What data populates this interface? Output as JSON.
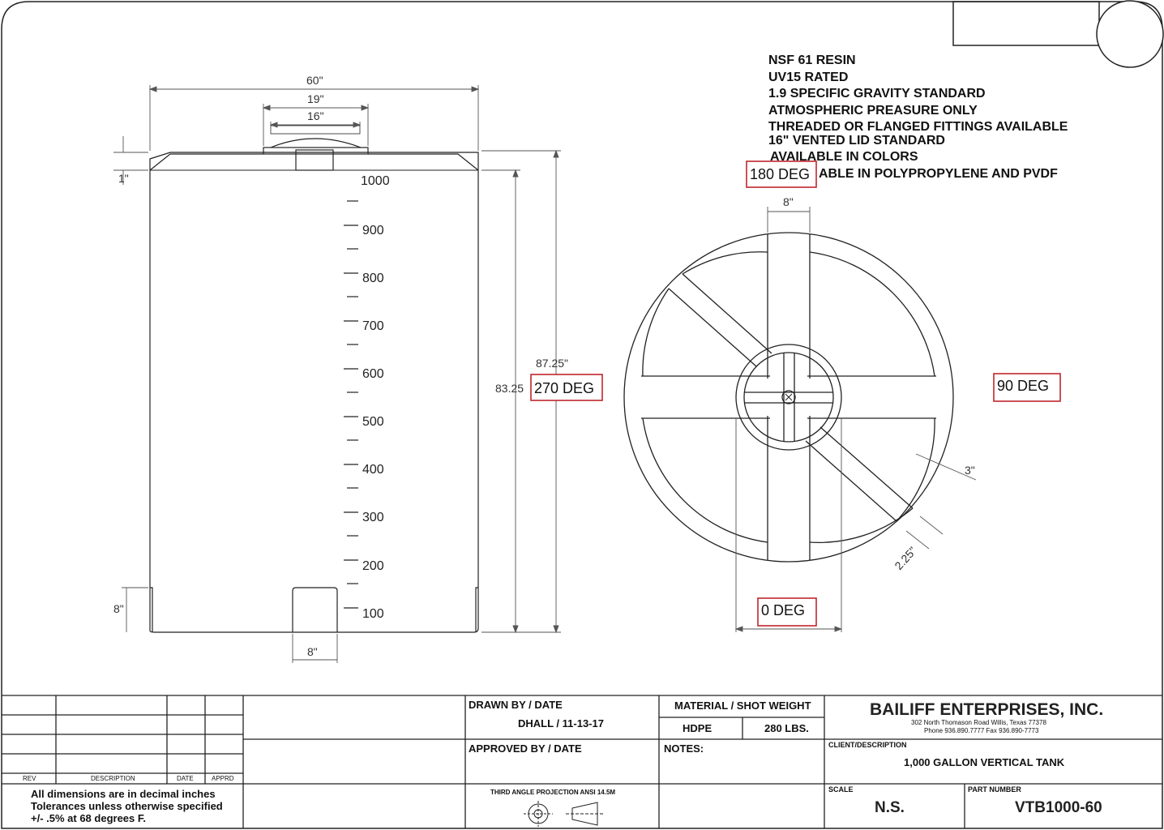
{
  "notes": [
    "NSF 61 RESIN",
    "UV15 RATED",
    "1.9  SPECIFIC GRAVITY STANDARD",
    "ATMOSPHERIC PREASURE ONLY",
    "THREADED OR FLANGED FITTINGS AVAILABLE",
    "16\" VENTED LID STANDARD",
    "AVAILABLE IN COLORS",
    "ABLE IN POLYPROPYLENE AND PVDF"
  ],
  "front_view": {
    "dims": {
      "width": "60\"",
      "lid_outer": "19\"",
      "lid_inner": "16\"",
      "top_offset": "1\"",
      "overall_height": "87.25\"",
      "body_height": "83.25",
      "leg_height": "8\"",
      "leg_width": "8\""
    },
    "graduations": [
      "1000",
      "900",
      "800",
      "700",
      "600",
      "500",
      "400",
      "300",
      "200",
      "100"
    ]
  },
  "top_view": {
    "dims": {
      "rib_width": "8\"",
      "rim": "3\"",
      "rib_spacing": "2.25\""
    },
    "degrees": {
      "top": "180 DEG",
      "left": "270 DEG",
      "right": "90 DEG",
      "bottom": "0 DEG"
    },
    "marker_color": "#c0262d"
  },
  "title_block": {
    "rev_headers": {
      "rev": "REV",
      "description": "DESCRIPTION",
      "date": "DATE",
      "apprd": "APPRD"
    },
    "tolerance": [
      "All dimensions are in decimal inches",
      "Tolerances unless otherwise specified",
      "+/- .5% at 68 degrees F."
    ],
    "drawn_by_label": "DRAWN BY / DATE",
    "drawn_by_value": "DHALL / 11-13-17",
    "approved_by_label": "APPROVED  BY / DATE",
    "projection": "THIRD ANGLE PROJECTION ANSI 14.5M",
    "material_label": "MATERIAL / SHOT WEIGHT",
    "material": "HDPE",
    "weight": "280 LBS.",
    "notes_label": "NOTES:",
    "company": "BAILIFF ENTERPRISES, INC.",
    "address": "302 North Thomason Road   Willis, Texas 77378",
    "phone": "Phone 936.890.7777     Fax 936.890-7773",
    "client_label": "CLIENT/DESCRIPTION",
    "client_value": "1,000 GALLON VERTICAL TANK",
    "scale_label": "SCALE",
    "scale_value": "N.S.",
    "part_label": "PART NUMBER",
    "part_value": "VTB1000-60"
  }
}
